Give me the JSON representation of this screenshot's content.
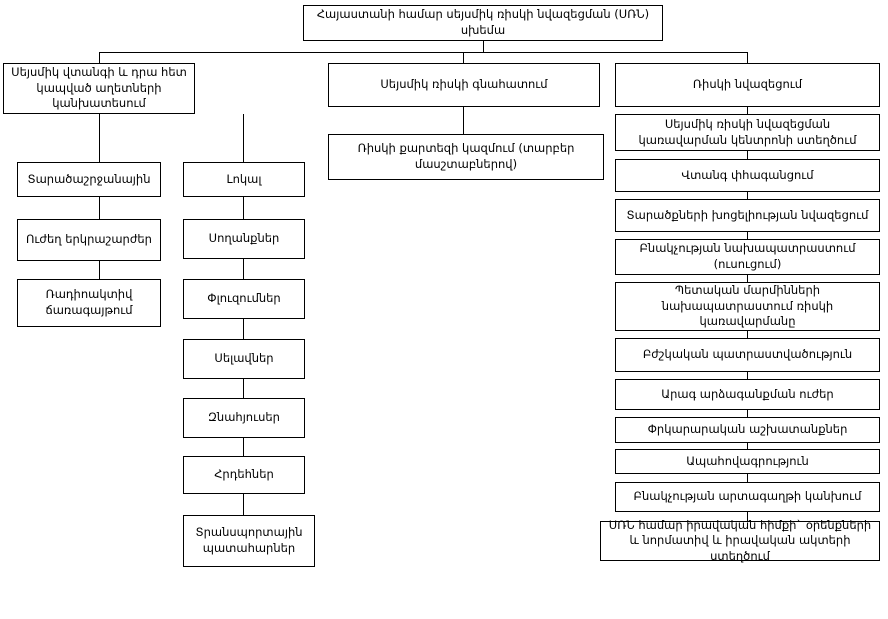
{
  "diagram": {
    "title_node": {
      "id": "root",
      "label": "Հայաստանի համար սեյսմիկ ռիսկի նվազեցման (ՍՌՆ) սխեմա"
    },
    "columns": [
      {
        "id": "column-hazard",
        "header": {
          "id": "hazard-header",
          "label": "Սեյսմիկ վտանգի և դրա հետ կապված աղետների կանխատեսում"
        },
        "branches": [
          {
            "id": "branch-regional",
            "items": [
              {
                "id": "regional",
                "label": "Տարածաշրջանային"
              },
              {
                "id": "strong-earthquakes",
                "label": "Ուժեղ երկրաշարժեր"
              },
              {
                "id": "radioactive-radiation",
                "label": "Ռադիոակտիվ ճառագայթում"
              }
            ]
          },
          {
            "id": "branch-local",
            "items": [
              {
                "id": "local",
                "label": "Լոկալ"
              },
              {
                "id": "landslides",
                "label": "Սողանքներ"
              },
              {
                "id": "collapses",
                "label": "Փլուզումներ"
              },
              {
                "id": "floods",
                "label": "Սելավներ"
              },
              {
                "id": "explosions",
                "label": "Զնահյուսեր"
              },
              {
                "id": "fires",
                "label": "Հրդեհներ"
              },
              {
                "id": "transport-accidents",
                "label": "Տրանսպորտային պատահարներ"
              }
            ]
          }
        ]
      },
      {
        "id": "column-assessment",
        "header": {
          "id": "assessment-header",
          "label": "Սեյսմիկ ռիսկի գնահատում"
        },
        "items": [
          {
            "id": "risk-map",
            "label": "Ռիսկի քարտեզի կազմում (տարբեր մասշտաբներով)"
          }
        ]
      },
      {
        "id": "column-reduction",
        "header": {
          "id": "reduction-header",
          "label": "Ռիսկի նվազեցում"
        },
        "items": [
          {
            "id": "center-creation",
            "label": "Սեյսմիկ ռիսկի նվազեցման կառավարման կենտրոնի ստեղծում"
          },
          {
            "id": "hazard-mitigation",
            "label": "Վտանգ փհագանցում"
          },
          {
            "id": "vulnerability-assessment",
            "label": "Տարածքների խոցելիության նվազեցում"
          },
          {
            "id": "population-preparation",
            "label": "Բնակչության նախապատրաստում (ուսուցում)"
          },
          {
            "id": "state-bodies-risk-management",
            "label": "Պետական մարմինների նախապատրաստում ռիսկի կառավարմանը"
          },
          {
            "id": "medical-readiness",
            "label": "Բժշկական պատրաստվածություն"
          },
          {
            "id": "rapid-response-forces",
            "label": "Արագ արձագանքման ուժեր"
          },
          {
            "id": "rescue-works",
            "label": "Փրկարարական աշխատանքներ"
          },
          {
            "id": "insurance",
            "label": "Ապահովագրություն"
          },
          {
            "id": "population-evacuation",
            "label": "Բնակչության արտագաղթի կանխում"
          },
          {
            "id": "legal-basis",
            "label": "ՍՌՆ համար իրավական հիմքի` օրենքների և նորմատիվ և իրավական ակտերի ստեղծում"
          }
        ]
      }
    ]
  },
  "colors": {
    "border": "#000000",
    "background": "#ffffff",
    "text": "#000000",
    "connector": "#000000"
  }
}
